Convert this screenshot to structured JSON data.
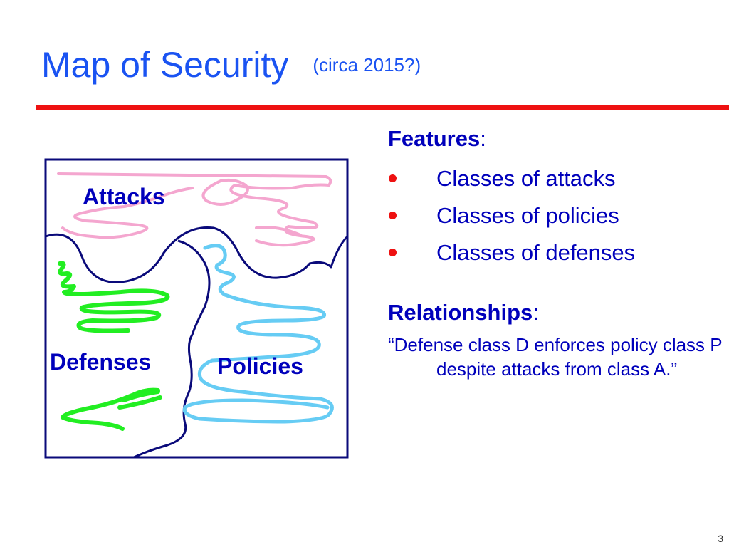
{
  "slide": {
    "title": "Map of Security",
    "subtitle": "(circa 2015?)",
    "page_number": "3"
  },
  "diagram": {
    "labels": {
      "attacks": "Attacks",
      "defenses": "Defenses",
      "policies": "Policies"
    },
    "colors": {
      "frame": "#0a0a7a",
      "label": "#0000bb",
      "attacks_scribble": "#f4a6cf",
      "defenses_scribble": "#22ee22",
      "policies_scribble": "#66ccf4"
    }
  },
  "features": {
    "heading": "Features",
    "items": [
      "Classes of attacks",
      "Classes of policies",
      "Classes of defenses"
    ]
  },
  "relationships": {
    "heading": "Relationships",
    "quote": "“Defense class D enforces policy class P despite attacks from class A.”"
  },
  "colors": {
    "title": "#1a53f2",
    "rule": "#ee1111",
    "bullet": "#ee1111",
    "body_text": "#0000bb"
  }
}
